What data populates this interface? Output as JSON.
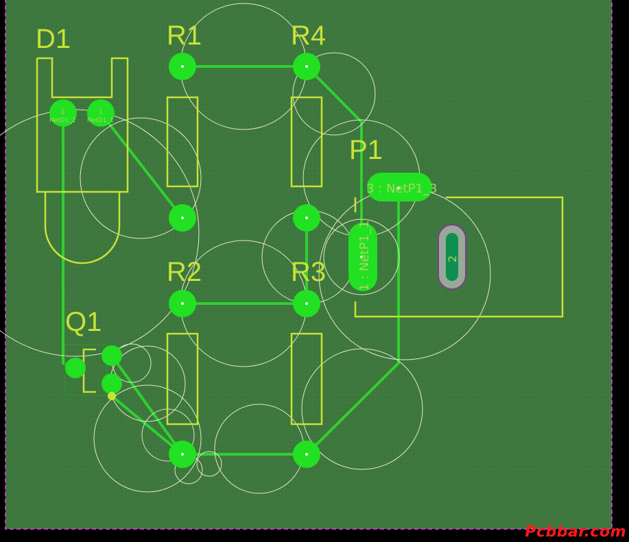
{
  "components": {
    "d1": "D1",
    "r1": "R1",
    "r4": "R4",
    "p1": "P1",
    "r2": "R2",
    "r3": "R3",
    "q1": "Q1"
  },
  "pads": {
    "d1_pad2": "2",
    "d1_pad1": "1",
    "d1_net2": "NetD1_2",
    "d1_net1": "NetD1_1",
    "p1_pad3": "3 : NetP1_3",
    "p1_pad1": "1 : NetP1_1",
    "p1_pad2": "2"
  },
  "watermark": "Pcbbar.com",
  "colors": {
    "board": "#3f7a3f",
    "track": "#2fd12f",
    "pad": "#22e022",
    "silk": "#c8e23a",
    "outline": "#c33cc3"
  }
}
